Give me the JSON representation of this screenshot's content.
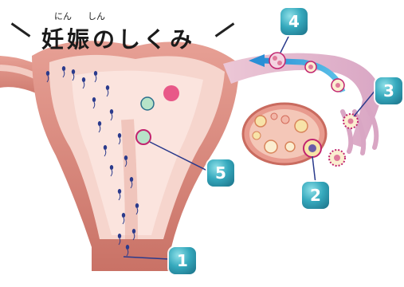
{
  "title": {
    "text": "妊娠のしくみ",
    "ruby_1": "にん",
    "ruby_2": "しん"
  },
  "steps": [
    {
      "number": "1"
    },
    {
      "number": "2"
    },
    {
      "number": "3"
    },
    {
      "number": "4"
    },
    {
      "number": "5"
    }
  ],
  "colors": {
    "uterus_wall": "#d8847c",
    "uterus_light": "#f2c6bb",
    "badge": "#35a9bd",
    "leader_line": "#2a3a8c",
    "sperm": "#2a3a8c",
    "egg": "#f5d98a"
  }
}
